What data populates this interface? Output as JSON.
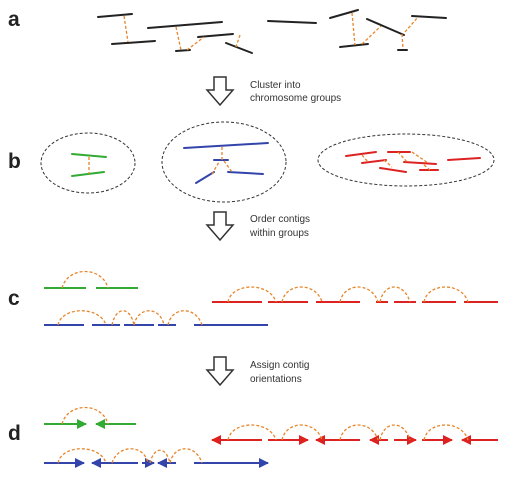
{
  "panels": {
    "a": "a",
    "b": "b",
    "c": "c",
    "d": "d"
  },
  "steps": [
    {
      "lines": [
        "Cluster into",
        "chromosome groups"
      ]
    },
    {
      "lines": [
        "Order contigs",
        "within groups"
      ]
    },
    {
      "lines": [
        "Assign contig",
        "orientations"
      ]
    }
  ],
  "colors": {
    "unclustered": "#222222",
    "group_green": "#33aa33",
    "group_blue": "#3344aa",
    "group_red": "#dd2222",
    "link": "#e8862a",
    "ellipse": "#333333",
    "arrow_outline": "#333333"
  }
}
